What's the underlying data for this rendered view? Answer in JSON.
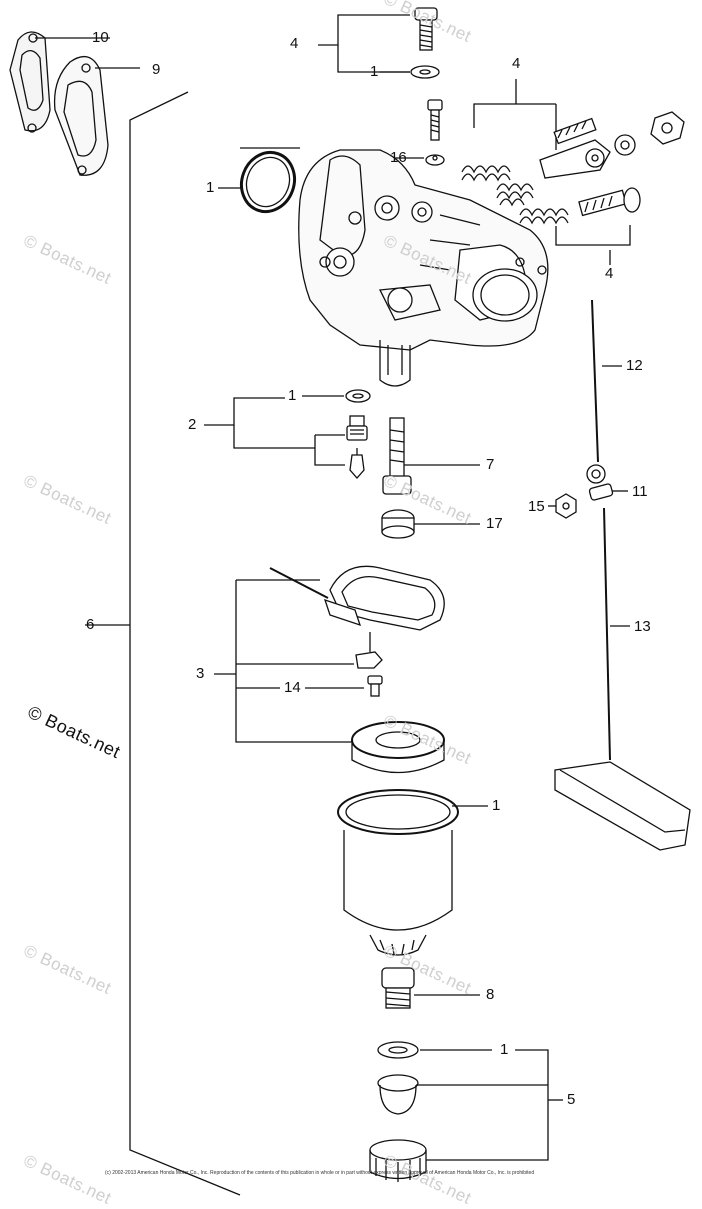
{
  "callouts": {
    "c10": "10",
    "c9": "9",
    "c4_top": "4",
    "c1_top": "1",
    "c4_right_top": "4",
    "c16": "16",
    "c1_ring": "1",
    "c4_right_bottom": "4",
    "c12": "12",
    "c1_mid": "1",
    "c2": "2",
    "c7": "7",
    "c11": "11",
    "c15": "15",
    "c17": "17",
    "c6": "6",
    "c13": "13",
    "c3": "3",
    "c14": "14",
    "c1_bowl": "1",
    "c8": "8",
    "c1_bottom": "1",
    "c5": "5"
  },
  "watermarks": {
    "brand": "© Boats.net"
  },
  "footer_text": "(c) 2002-2013 American Honda Motor Co., Inc. Reproduction of the contents of this publication in whole or in part without express written approval of American Honda Motor Co., Inc. is prohibited"
}
